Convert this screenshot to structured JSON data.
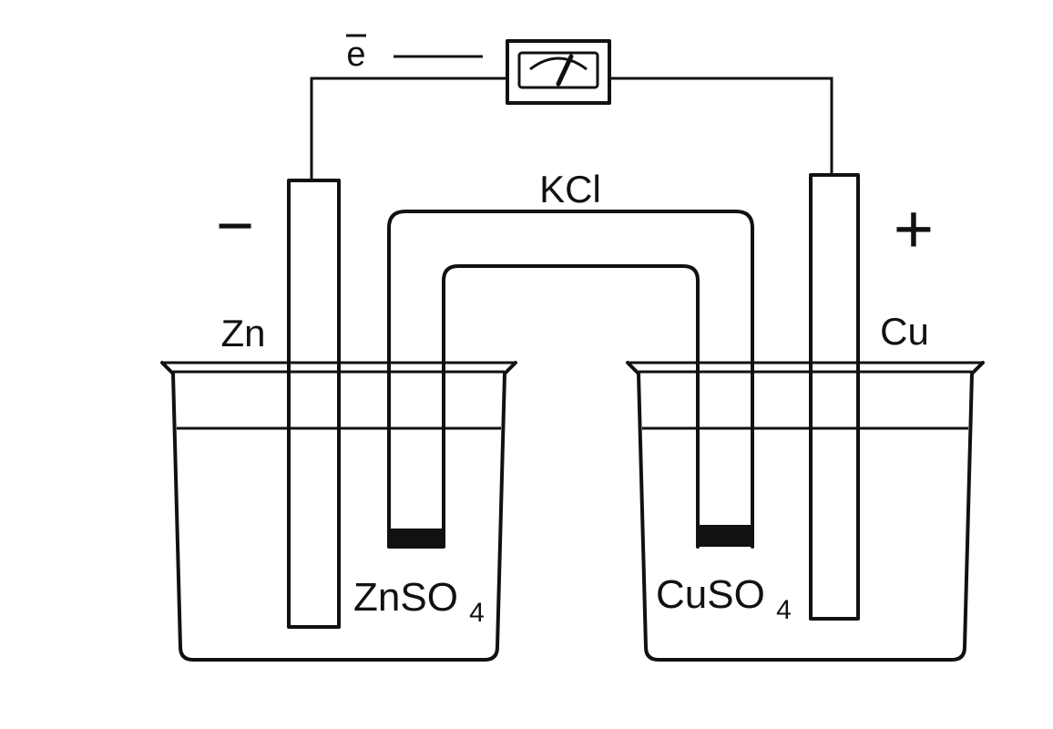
{
  "labels": {
    "electron": "e",
    "salt_bridge": "KCl",
    "negative_sign": "−",
    "positive_sign": "+",
    "anode": "Zn",
    "cathode": "Cu",
    "anode_solution": "ZnSO",
    "anode_solution_subscript": "4",
    "cathode_solution": "CuSO",
    "cathode_solution_subscript": "4"
  }
}
